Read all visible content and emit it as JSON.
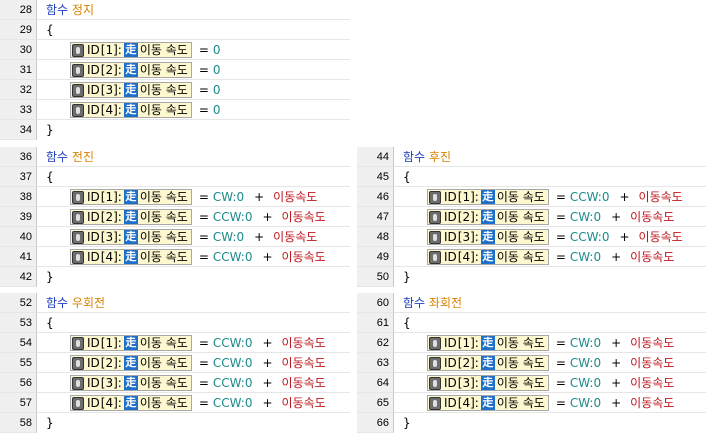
{
  "func_keyword": "함수",
  "motor_prefix": "ID",
  "property_label": "이동 속도",
  "runner_icon": "runner-icon",
  "blocks": [
    {
      "name": "정지",
      "lines": [
        "28",
        "29",
        "30",
        "31",
        "32",
        "33",
        "34"
      ],
      "statements": [
        {
          "id": "[1]:",
          "value": "0",
          "var": ""
        },
        {
          "id": "[2]:",
          "value": "0",
          "var": ""
        },
        {
          "id": "[3]:",
          "value": "0",
          "var": ""
        },
        {
          "id": "[4]:",
          "value": "0",
          "var": ""
        }
      ]
    },
    {
      "name": "전진",
      "lines": [
        "36",
        "37",
        "38",
        "39",
        "40",
        "41",
        "42"
      ],
      "statements": [
        {
          "id": "[1]:",
          "value": "CW:0",
          "var": "이동속도"
        },
        {
          "id": "[2]:",
          "value": "CCW:0",
          "var": "이동속도"
        },
        {
          "id": "[3]:",
          "value": "CW:0",
          "var": "이동속도"
        },
        {
          "id": "[4]:",
          "value": "CCW:0",
          "var": "이동속도"
        }
      ]
    },
    {
      "name": "후진",
      "lines": [
        "44",
        "45",
        "46",
        "47",
        "48",
        "49",
        "50"
      ],
      "statements": [
        {
          "id": "[1]:",
          "value": "CCW:0",
          "var": "이동속도"
        },
        {
          "id": "[2]:",
          "value": "CW:0",
          "var": "이동속도"
        },
        {
          "id": "[3]:",
          "value": "CCW:0",
          "var": "이동속도"
        },
        {
          "id": "[4]:",
          "value": "CW:0",
          "var": "이동속도"
        }
      ]
    },
    {
      "name": "우회전",
      "lines": [
        "52",
        "53",
        "54",
        "55",
        "56",
        "57",
        "58"
      ],
      "statements": [
        {
          "id": "[1]:",
          "value": "CCW:0",
          "var": "이동속도"
        },
        {
          "id": "[2]:",
          "value": "CCW:0",
          "var": "이동속도"
        },
        {
          "id": "[3]:",
          "value": "CCW:0",
          "var": "이동속도"
        },
        {
          "id": "[4]:",
          "value": "CCW:0",
          "var": "이동속도"
        }
      ]
    },
    {
      "name": "좌회전",
      "lines": [
        "60",
        "61",
        "62",
        "63",
        "64",
        "65",
        "66"
      ],
      "statements": [
        {
          "id": "[1]:",
          "value": "CW:0",
          "var": "이동속도"
        },
        {
          "id": "[2]:",
          "value": "CW:0",
          "var": "이동속도"
        },
        {
          "id": "[3]:",
          "value": "CW:0",
          "var": "이동속도"
        },
        {
          "id": "[4]:",
          "value": "CW:0",
          "var": "이동속도"
        }
      ]
    }
  ],
  "open_brace": "{",
  "close_brace": "}",
  "equals": "=",
  "plus": "+"
}
